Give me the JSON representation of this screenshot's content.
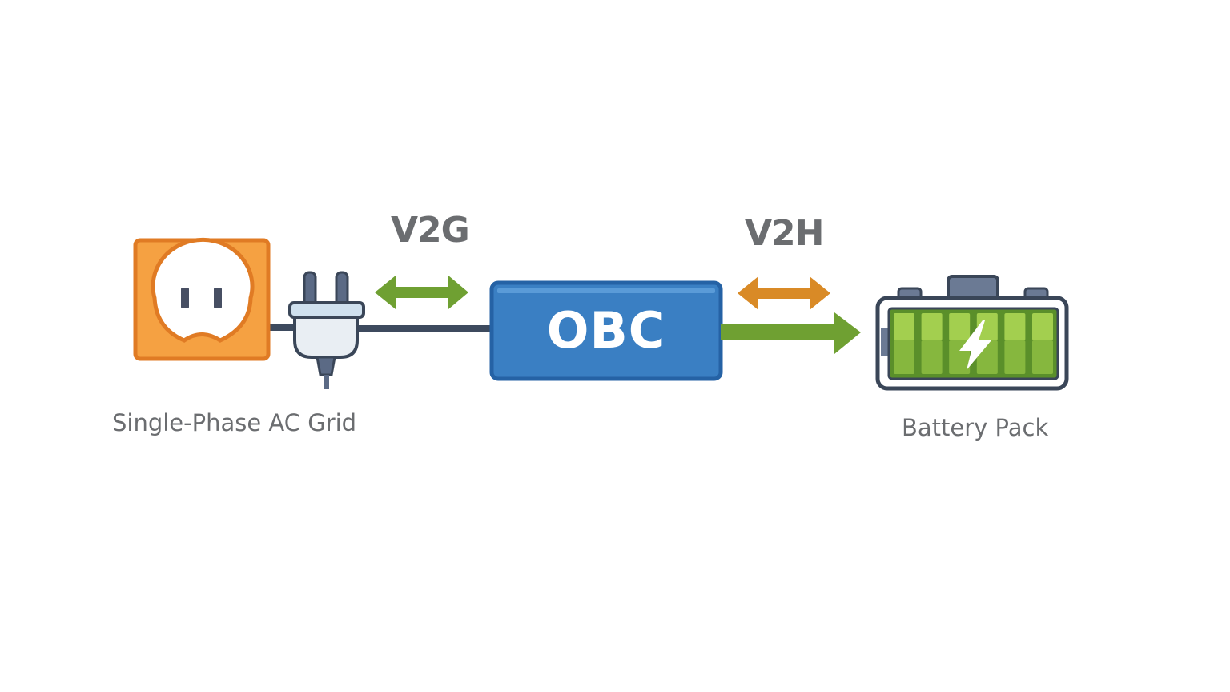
{
  "diagram": {
    "nodes": {
      "grid": {
        "label": "Single-Phase AC Grid",
        "icon": "power-outlet-icon"
      },
      "plug": {
        "icon": "power-plug-icon"
      },
      "obc": {
        "label": "OBC"
      },
      "battery": {
        "label": "Battery Pack",
        "icon": "battery-icon",
        "cells": 6
      }
    },
    "flows": {
      "v2g": {
        "label": "V2G",
        "direction": "bidirectional",
        "color": "#6fa032"
      },
      "v2h": {
        "label": "V2H",
        "direction": "bidirectional",
        "color": "#d98a26"
      },
      "charge": {
        "direction": "obc-to-battery",
        "color": "#6fa032"
      }
    },
    "colors": {
      "outlet_fill": "#f5a142",
      "outlet_border": "#e07b24",
      "obc_fill": "#3a7fc3",
      "obc_border": "#2562a5",
      "cable": "#3d4a5e",
      "battery_outline": "#3a4658",
      "battery_cell": "#8dc13f",
      "text": "#6b6d70"
    }
  }
}
